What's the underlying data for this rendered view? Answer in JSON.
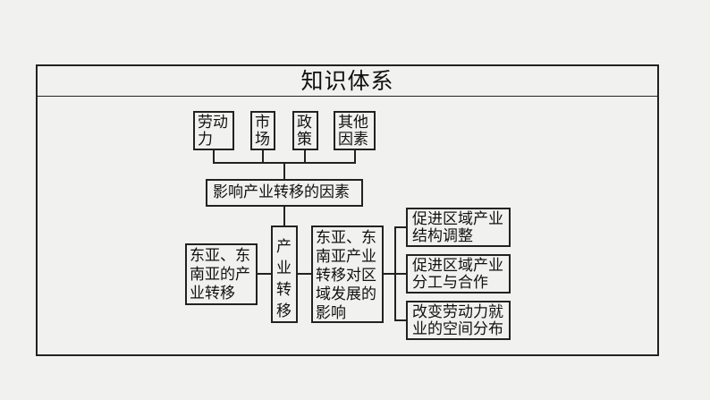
{
  "title": "知识体系",
  "factors": [
    {
      "label": "劳动力"
    },
    {
      "label": "市场"
    },
    {
      "label": "政策"
    },
    {
      "label": "其他因素"
    }
  ],
  "factors_box": "影响产业转移的因素",
  "center_box": "产业转移",
  "left_box": "东亚、东南亚的产业转移",
  "impact_box": "东亚、东南亚产业转移对区域发展的影响",
  "effects": [
    {
      "label": "促进区域产业结构调整"
    },
    {
      "label": "促进区域产业分工与合作"
    },
    {
      "label": "改变劳动力就业的空间分布"
    }
  ]
}
